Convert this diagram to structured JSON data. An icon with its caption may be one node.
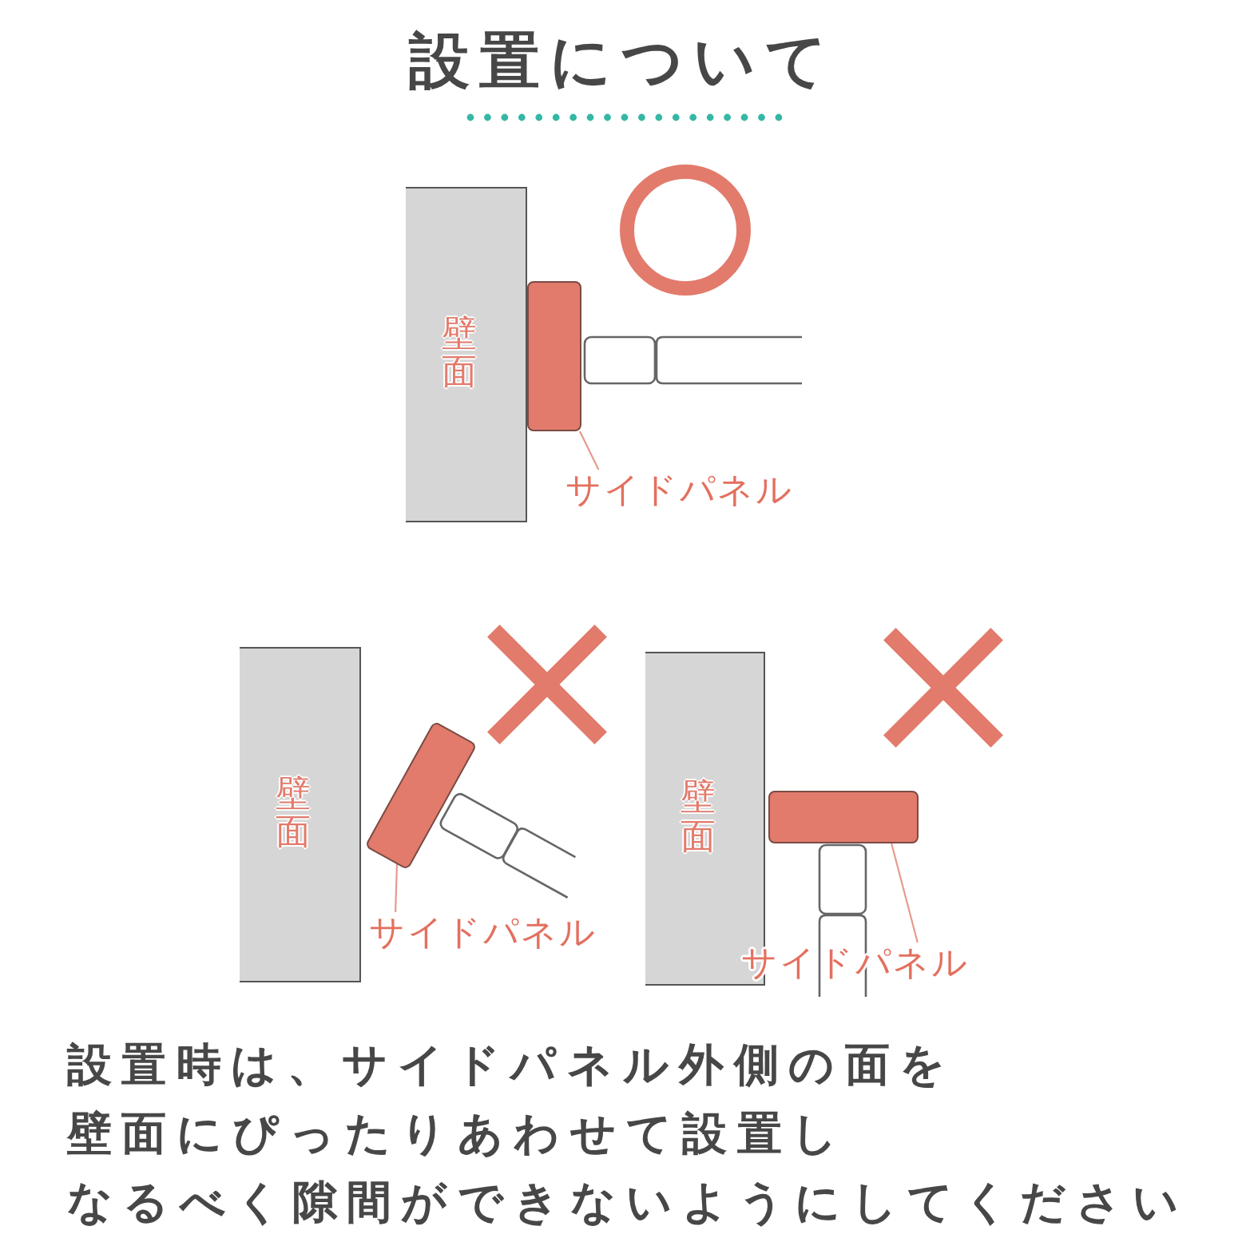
{
  "diagram": {
    "title": "設置について",
    "nodes": [
      {
        "text": [
          "壁面"
        ]
      },
      {
        "text": [],
        "shape": "box"
      },
      {
        "text": [
          "サイドパネル"
        ]
      },
      {
        "text": [
          "壁面"
        ]
      },
      {
        "text": [],
        "shape": "box"
      },
      {
        "text": [
          "サイドパネル"
        ]
      },
      {
        "text": [
          "壁面"
        ]
      },
      {
        "text": [],
        "shape": "box"
      },
      {
        "text": [
          "サイドパネル"
        ]
      }
    ],
    "edges": [
      {
        "from": 2,
        "to": 1,
        "arrow": "none"
      },
      {
        "from": 5,
        "to": 4,
        "arrow": "none"
      },
      {
        "from": 8,
        "to": 7,
        "arrow": "none"
      }
    ],
    "labels": [
      "設置時は、サイドパネル外側の面を壁面にぴったりあわせて設置しなるべく隙間ができないようにしてください"
    ]
  }
}
